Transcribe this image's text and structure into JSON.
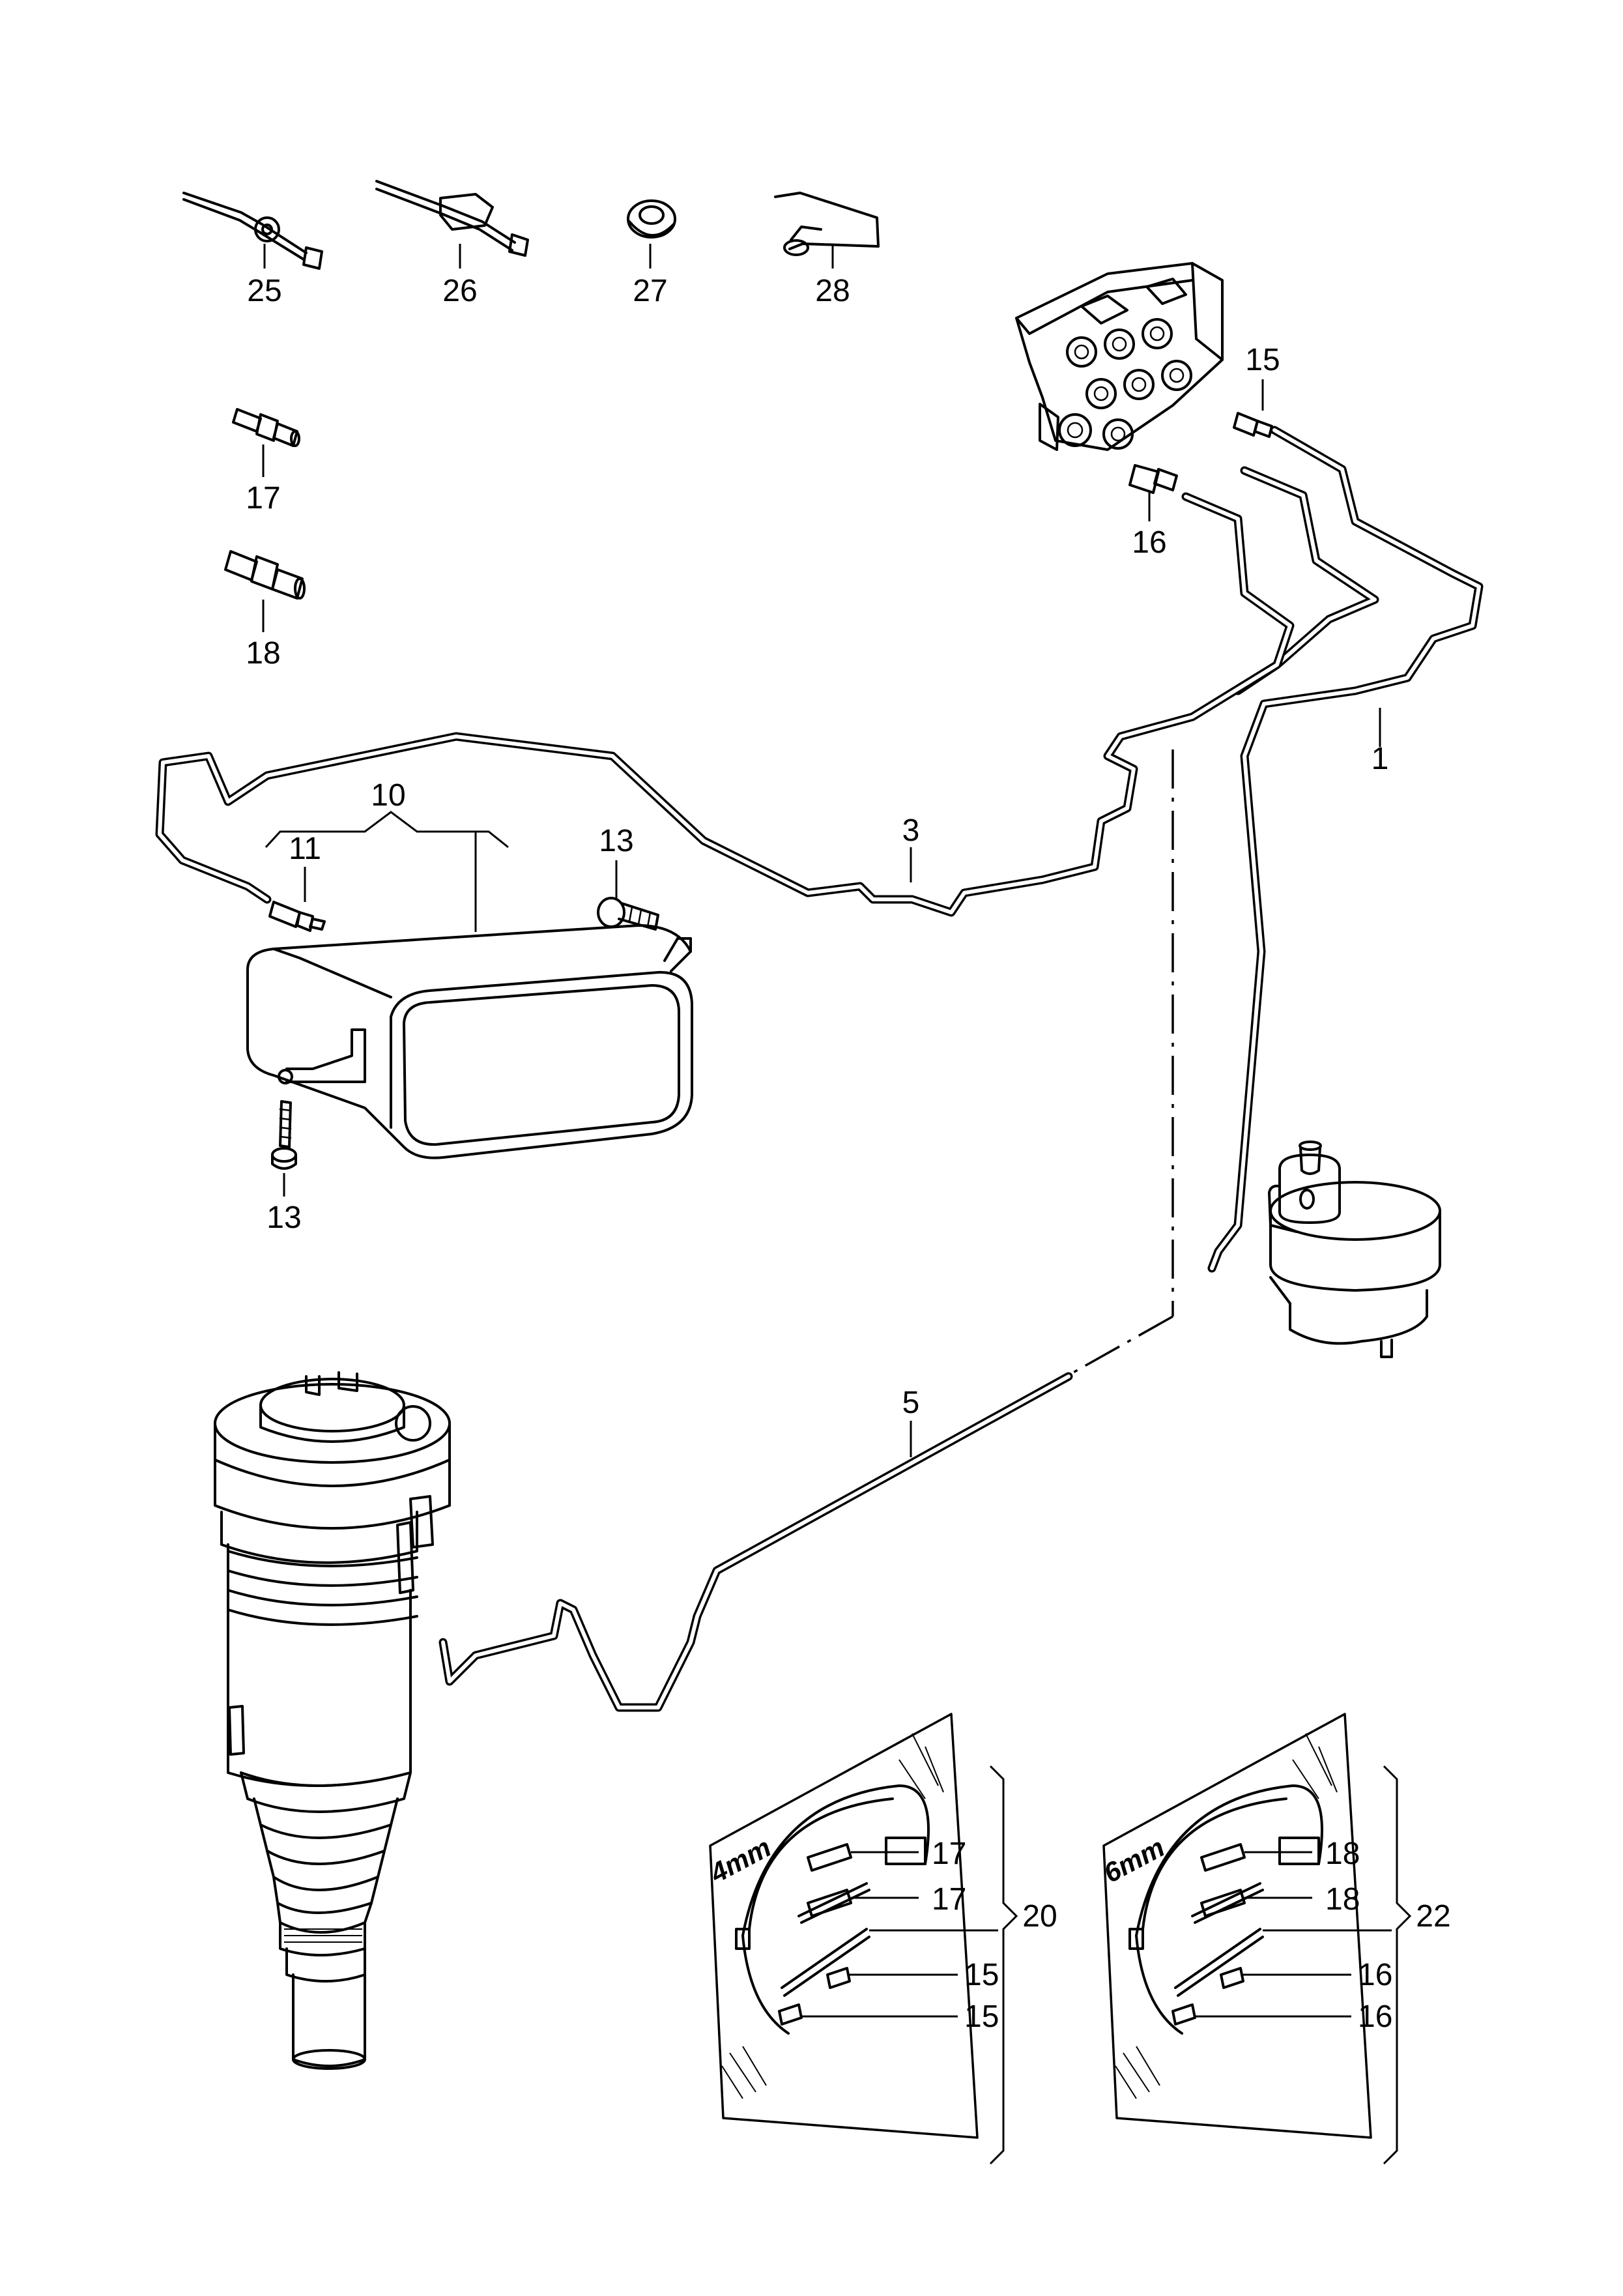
{
  "callouts": {
    "p25": "25",
    "p26": "26",
    "p27": "27",
    "p28": "28",
    "p17": "17",
    "p18": "18",
    "p15": "15",
    "p16": "16",
    "p1": "1",
    "p3": "3",
    "p10": "10",
    "p11": "11",
    "p13_top": "13",
    "p13_bottom": "13",
    "p5": "5"
  },
  "kit_4mm": {
    "size_label": "4mm",
    "kit_number": "20",
    "items": [
      "17",
      "17",
      "15",
      "15"
    ]
  },
  "kit_6mm": {
    "size_label": "6mm",
    "kit_number": "22",
    "items": [
      "18",
      "18",
      "16",
      "16"
    ]
  }
}
